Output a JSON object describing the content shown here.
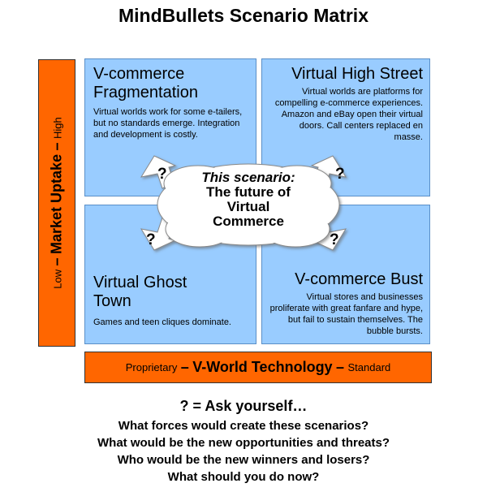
{
  "title": "MindBullets Scenario Matrix",
  "y_axis": {
    "low": "Low",
    "dash": "–",
    "label": "Market Uptake",
    "high": "High"
  },
  "x_axis": {
    "low": "Proprietary",
    "dash": "–",
    "label": "V-World Technology",
    "high": "Standard"
  },
  "quadrants": {
    "top_left": {
      "title": "V-commerce Fragmentation",
      "body": "Virtual worlds work for some e-tailers, but no standards emerge. Integration and development is costly."
    },
    "top_right": {
      "title": "Virtual High Street",
      "body": "Virtual worlds are platforms for compelling e-commerce experiences. Amazon and eBay open their virtual doors. Call centers replaced en masse."
    },
    "bottom_left": {
      "title": "Virtual Ghost Town",
      "body": "Games and teen cliques dominate."
    },
    "bottom_right": {
      "title": "V-commerce Bust",
      "body": "Virtual stores and businesses proliferate with great fanfare and hype, but fail to sustain themselves. The bubble bursts."
    }
  },
  "center": {
    "intro": "This scenario:",
    "line1": "The future of",
    "line2": "Virtual",
    "line3": "Commerce"
  },
  "question_mark": "?",
  "ask": {
    "heading": "? = Ask yourself…",
    "questions": [
      "What forces would create these scenarios?",
      "What would be the new opportunities and threats?",
      "Who would be the new winners and losers?",
      "What should you do now?"
    ]
  },
  "colors": {
    "quadrant_fill": "#99ccff",
    "axis_bar_fill": "#ff6600",
    "cloud_fill": "#ffffff"
  }
}
